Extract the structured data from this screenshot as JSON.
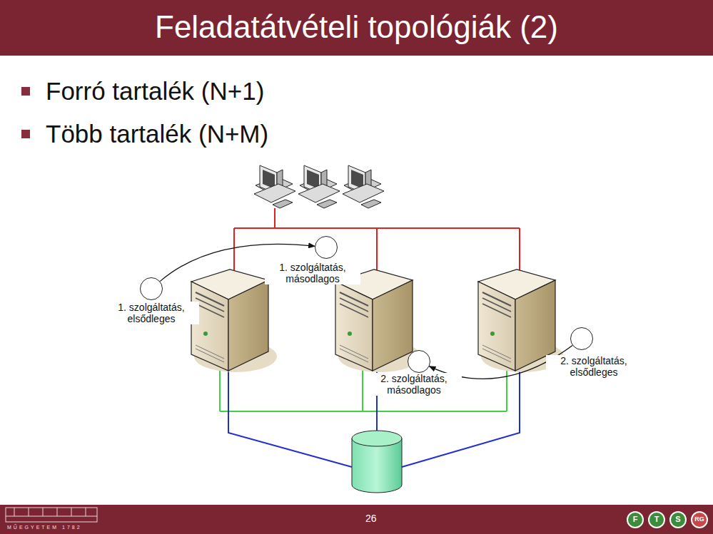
{
  "diagram": {
    "title": "Feladatátvételi topológiák (2)",
    "nodes": [
      {
        "text": [
          "1. szolgáltatás, elsődleges"
        ]
      },
      {
        "text": [
          "1. szolgáltatás, másodlagos"
        ]
      },
      {
        "text": [
          "2. szolgáltatás, elsődleges"
        ]
      },
      {
        "text": [
          "2. szolgáltatás, másodlagos"
        ]
      }
    ],
    "edges": [
      {
        "from": 0,
        "to": 1,
        "arrow": "to"
      },
      {
        "from": 2,
        "to": 3,
        "arrow": "to"
      }
    ],
    "labels": [
      "Forró tartalék (N+1)",
      "Több tartalék (N+M)",
      "26",
      "MŰEGYETEM 1782",
      "F",
      "T",
      "S",
      "RG"
    ]
  }
}
